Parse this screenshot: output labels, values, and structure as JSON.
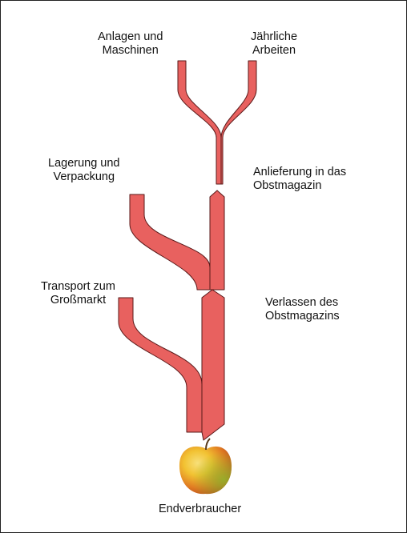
{
  "diagram": {
    "labels": {
      "machines": [
        "Anlagen und",
        "Maschinen"
      ],
      "annual_work": [
        "Jährliche",
        "Arbeiten"
      ],
      "storage": [
        "Lagerung und",
        "Verpackung"
      ],
      "delivery": [
        "Anlieferung in das",
        "Obstmagazin"
      ],
      "transport": [
        "Transport zum",
        "Großmarkt"
      ],
      "leaving": [
        "Verlassen des",
        "Obstmagazins"
      ],
      "consumer": "Endverbraucher"
    },
    "colors": {
      "flow_fill": "#e8615f",
      "flow_stroke": "#5a1a1a",
      "apple_red": "#d94a1c",
      "apple_yellow": "#f2c232",
      "apple_green": "#8fb82c"
    }
  }
}
